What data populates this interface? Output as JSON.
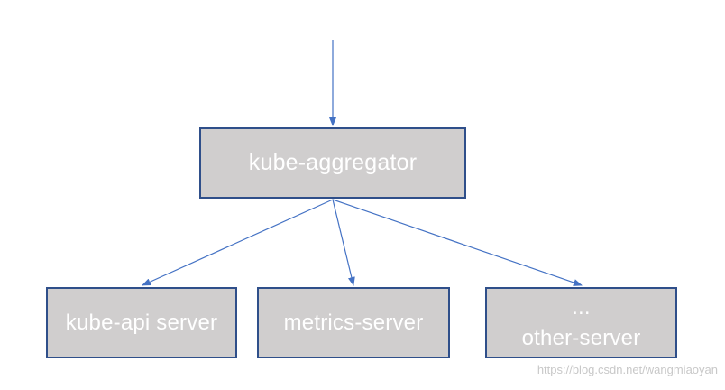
{
  "nodes": {
    "aggregator": {
      "label": "kube-aggregator"
    },
    "api_server": {
      "label": "kube-api server"
    },
    "metrics_server": {
      "label": "metrics-server"
    },
    "other_server": {
      "ellipsis": "...",
      "label": "other-server"
    }
  },
  "edges": [
    {
      "from": "incoming",
      "to": "aggregator"
    },
    {
      "from": "aggregator",
      "to": "api_server"
    },
    {
      "from": "aggregator",
      "to": "metrics_server"
    },
    {
      "from": "aggregator",
      "to": "other_server"
    }
  ],
  "watermark": "https://blog.csdn.net/wangmiaoyan",
  "colors": {
    "box_fill": "#d0cece",
    "box_border": "#2f4f8a",
    "arrow": "#4472c4",
    "label_text": "#ffffff"
  }
}
